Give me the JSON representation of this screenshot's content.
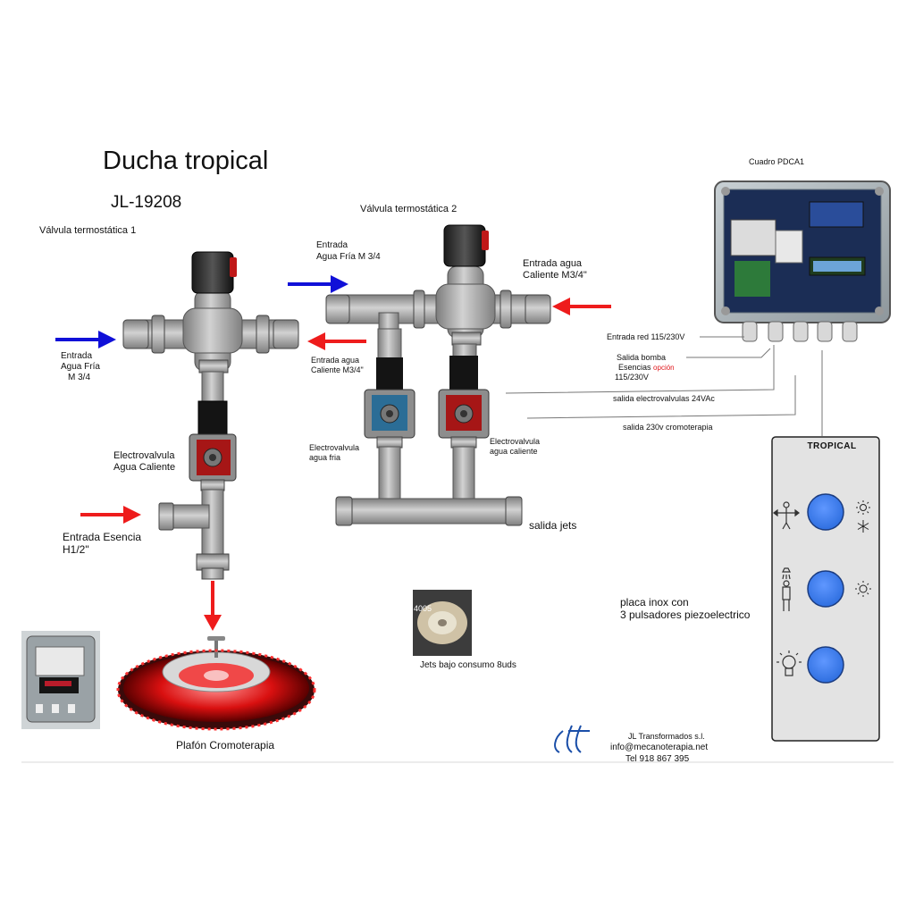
{
  "title": "Ducha tropical",
  "model_code": "JL-19208",
  "valve1": {
    "label": "Válvula termostática 1",
    "cold_in_line1": "Entrada",
    "cold_in_line2": "Agua Fría",
    "cold_in_line3": "M 3/4",
    "hot_in_line1": "Entrada agua",
    "hot_in_line2": "Caliente M3/4\"",
    "electrovalve_line1": "Electrovalvula",
    "electrovalve_line2": "Agua Caliente",
    "essence_line1": "Entrada Esencia",
    "essence_line2": "H1/2\""
  },
  "valve2": {
    "label": "Válvula termostática 2",
    "cold_in_line1": "Entrada",
    "cold_in_line2": "Agua Fría M 3/4",
    "hot_in_line1": "Entrada agua",
    "hot_in_line2": "Caliente M3/4\"",
    "ev_cold_line1": "Electrovalvula",
    "ev_cold_line2": "agua fria",
    "ev_hot_line1": "Electrovalvula",
    "ev_hot_line2": "agua caliente",
    "jets_out": "salida jets"
  },
  "control_box": {
    "label": "Cuadro PDCA1",
    "network_in": "Entrada red 115/230V",
    "pump_line1": "Salida bomba",
    "pump_line2": "Esencias",
    "pump_option": "opción",
    "pump_line3": "115/230V",
    "ev_out": "salida electrovalvulas 24VAc",
    "chromo_out": "salida 230v cromoterapia"
  },
  "panel": {
    "title": "TROPICAL",
    "description_line1": "placa inox con",
    "description_line2": "3 pulsadores piezoelectrico"
  },
  "jets": {
    "caption": "Jets bajo consumo 8uds",
    "photo_label": "4005"
  },
  "lamp": {
    "caption": "Plafón Cromoterapia"
  },
  "company": {
    "name": "JL Transformados s.l.",
    "email": "info@mecanoterapia.net",
    "phone": "Tel 918 867 395"
  },
  "colors": {
    "cold_arrow": "#1010d8",
    "hot_arrow": "#ee1c1c",
    "button_blue": "#3f7ff0",
    "pipe_grey": "#a8a8a8"
  }
}
